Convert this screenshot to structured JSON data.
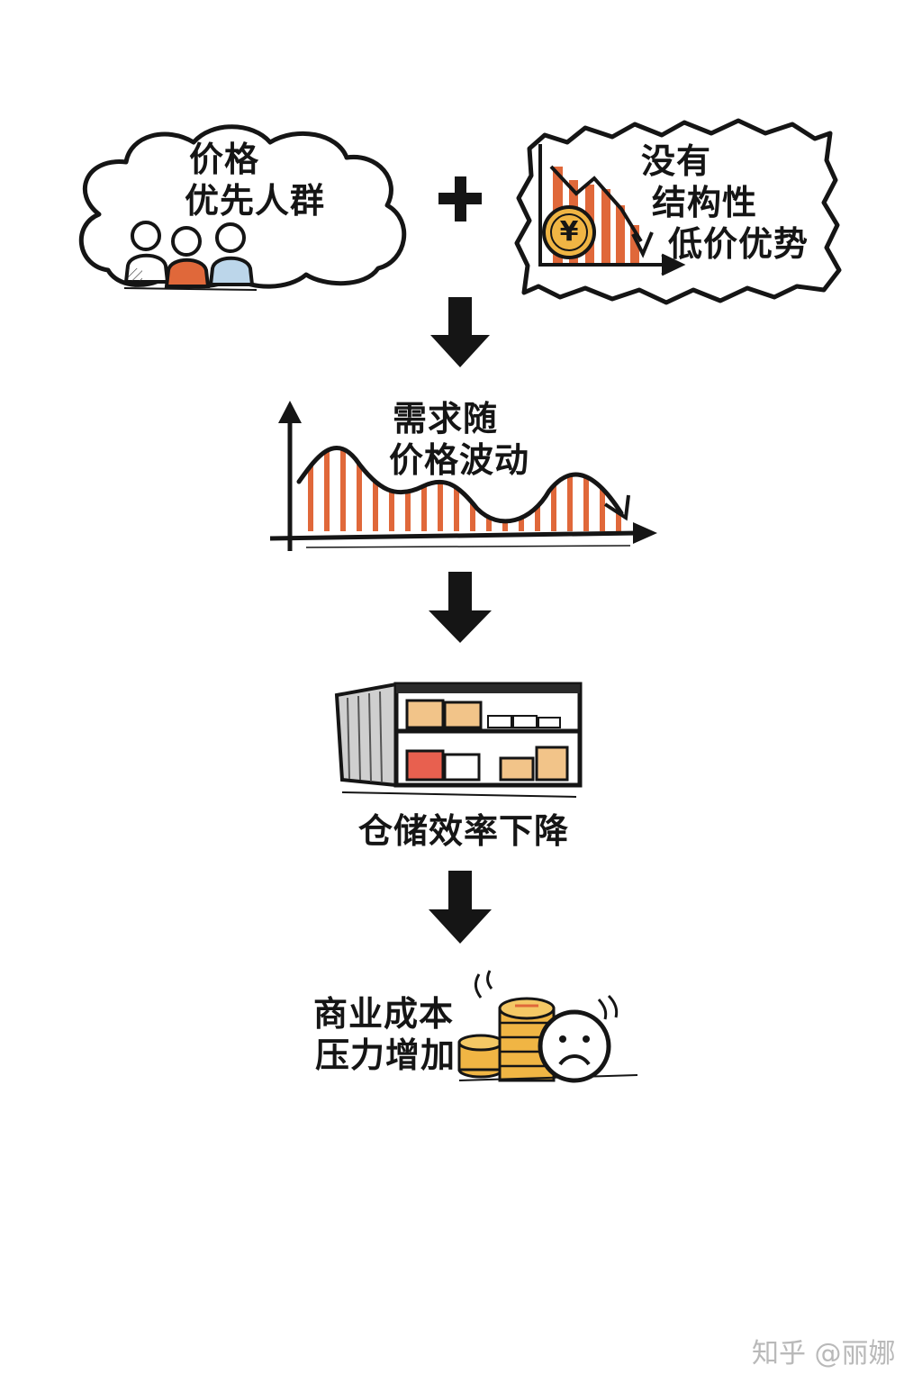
{
  "colors": {
    "ink": "#151515",
    "orange": "#e0683a",
    "pale_blue": "#bcd6ea",
    "gold": "#f0b544",
    "box": "#f2c489",
    "red_box": "#e8604f"
  },
  "nodes": {
    "price_first": {
      "line1": "价格",
      "line2": "优先人群"
    },
    "plus": "+",
    "no_advantage": {
      "line1": "没有",
      "line2": "结构性",
      "line3": "低价优势",
      "currency": "¥"
    },
    "demand": {
      "line1": "需求随",
      "line2": "价格波动"
    },
    "storage": {
      "label": "仓储效率下降"
    },
    "cost": {
      "line1": "商业成本",
      "line2": "压力增加"
    }
  },
  "icons": [
    "people-icon",
    "price-drop-chart-icon",
    "yen-coin-icon",
    "wave-chart-icon",
    "warehouse-icon",
    "coin-stack-icon",
    "sad-face-icon",
    "down-arrow-icon"
  ],
  "watermark": "知乎 @丽娜"
}
